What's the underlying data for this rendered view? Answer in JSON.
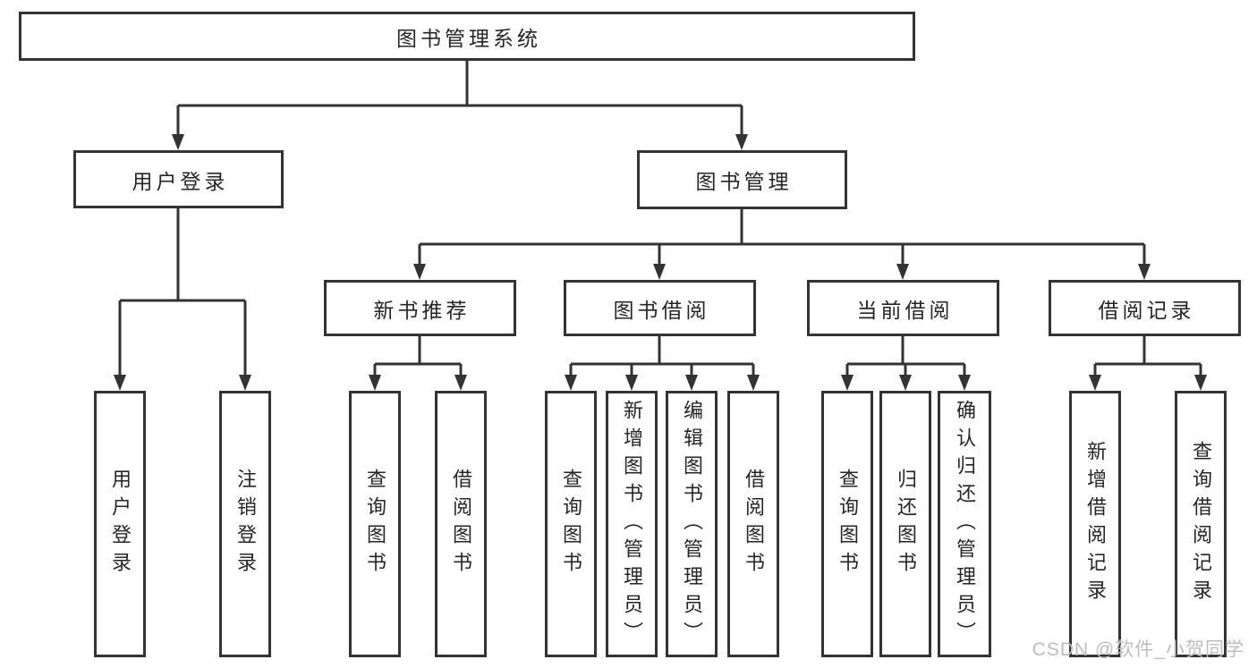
{
  "nodes": {
    "root": "图书管理系统",
    "user_login": "用户登录",
    "book_management": "图书管理",
    "new_book_recommend": "新书推荐",
    "book_borrow": "图书借阅",
    "current_borrow": "当前借阅",
    "borrow_records": "借阅记录",
    "leaves": {
      "login": [
        "用户登录",
        "注销登录"
      ],
      "recommend": [
        "查询图书",
        "借阅图书"
      ],
      "borrow": [
        "查询图书",
        "新增图书（管理员）",
        "编辑图书（管理员）",
        "借阅图书"
      ],
      "current": [
        "查询图书",
        "归还图书",
        "确认归还（管理员）"
      ],
      "records": [
        "新增借阅记录",
        "查询借阅记录"
      ]
    }
  },
  "watermark": "CSDN @软件_小贺同学",
  "colors": {
    "line": "#333333",
    "text": "#262626",
    "watermark": "#bcbcbc",
    "background": "#ffffff"
  }
}
